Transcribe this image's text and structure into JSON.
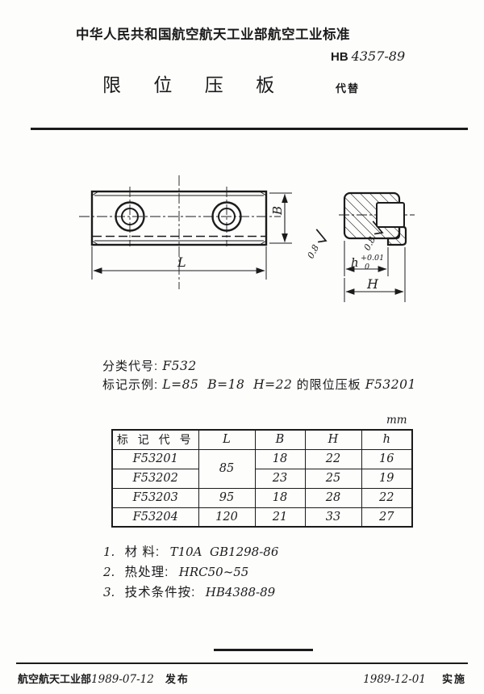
{
  "header": {
    "org_line": "中华人民共和国航空航天工业部航空工业标准",
    "code_prefix": "HB",
    "code_number": "4357-89",
    "doc_title": "限 位 压 板",
    "supersede_label": "代替"
  },
  "drawing": {
    "dim_length": "L",
    "dim_width": "B",
    "dim_height": "H",
    "dim_step": "h",
    "tolerance_upper": "+0.01",
    "tolerance_lower": "0",
    "roughness_left": "0.8",
    "roughness_step": "0.8"
  },
  "classification": {
    "label": "分类代号:",
    "value": "F532"
  },
  "designation": {
    "label": "标记示例:",
    "formula": "L=85  B=18  H=22",
    "middle": "的限位压板",
    "code": "F53201"
  },
  "table": {
    "unit": "mm",
    "headers": [
      "标 记 代 号",
      "L",
      "B",
      "H",
      "h"
    ],
    "rows": [
      [
        "F53201",
        "85",
        "18",
        "22",
        "16"
      ],
      [
        "F53202",
        "",
        "23",
        "25",
        "19"
      ],
      [
        "F53203",
        "95",
        "18",
        "28",
        "22"
      ],
      [
        "F53204",
        "120",
        "21",
        "33",
        "27"
      ]
    ]
  },
  "notes": [
    {
      "num": "1.",
      "label": "材 料:",
      "value": "T10A  GB1298-86"
    },
    {
      "num": "2.",
      "label": "热处理:",
      "value": "HRC50~55"
    },
    {
      "num": "3.",
      "label": "技术条件按:",
      "value": "HB4388-89"
    }
  ],
  "footer": {
    "issuer": "航空航天工业部",
    "issue_date": "1989-07-12",
    "issue_label": "发布",
    "impl_date": "1989-12-01",
    "impl_label": "实施"
  },
  "colors": {
    "ink": "#1b1b1b",
    "paper": "#fdfdfc"
  }
}
